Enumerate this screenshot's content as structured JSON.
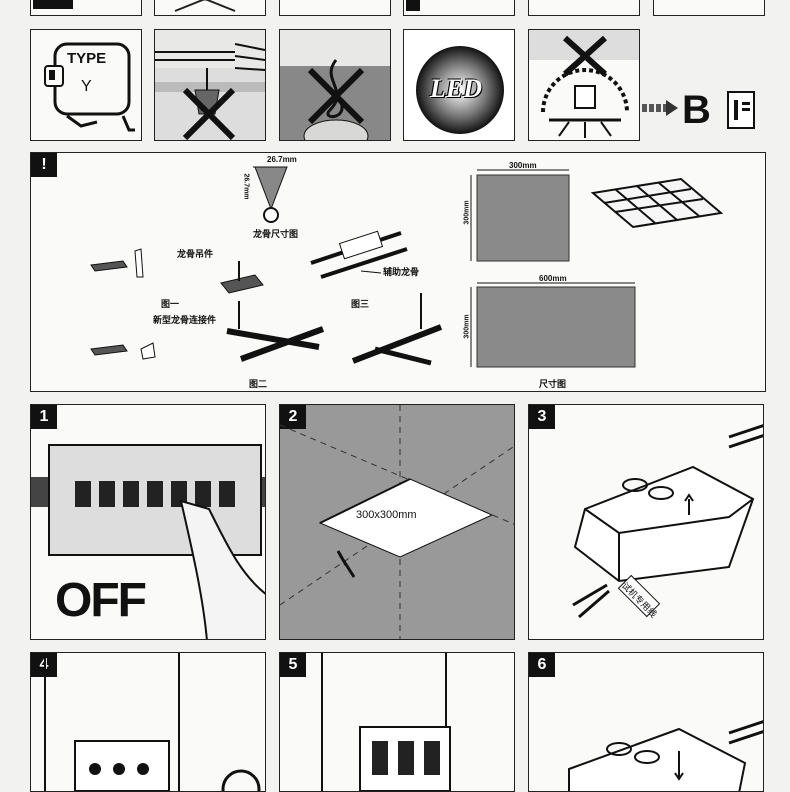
{
  "row1": {
    "type_label": "TYPE",
    "type_letter": "Y",
    "led_label": "LED",
    "b_label": "B"
  },
  "install": {
    "marker": "!",
    "dim_width": "26.7mm",
    "dim_height": "26.7mm",
    "keel_size_label": "龙骨尺寸图",
    "keel_hanger_label": "龙骨吊件",
    "aux_keel_label": "辅助龙骨",
    "fig1_label": "图一",
    "fig2_label": "图二",
    "fig3_label": "图三",
    "new_connector_label": "新型龙骨连接件",
    "small_panel_w": "300mm",
    "small_panel_h": "300mm",
    "large_panel_w": "600mm",
    "large_panel_h": "300mm",
    "size_chart_label": "尺寸图"
  },
  "steps": {
    "s1": "1",
    "s2": "2",
    "s3": "3",
    "s4": "4",
    "s5": "5",
    "s6": "6",
    "off_label": "OFF",
    "opening_label": "300x300mm",
    "test_wire_label": "试机专用线"
  }
}
